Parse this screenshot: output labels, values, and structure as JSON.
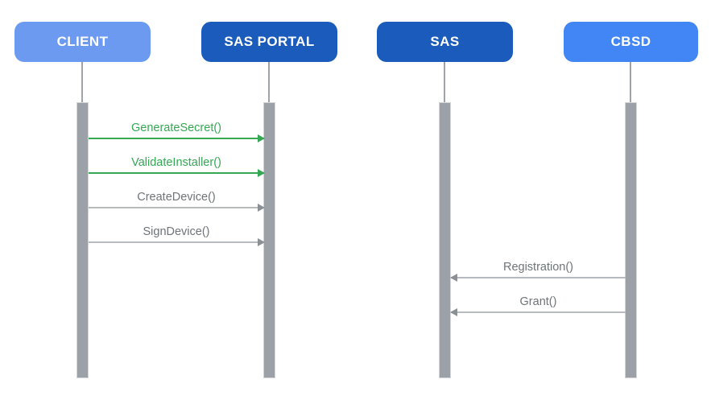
{
  "diagram": {
    "kind": "sequence-diagram",
    "colors": {
      "actor_light_blue": "#6b9af0",
      "actor_dark_blue": "#1b5bbc",
      "actor_blue": "#4285f4",
      "message_green": "#34a853",
      "message_gray_line": "#b7babe",
      "message_gray_text": "#6e7478",
      "activation_bar_gray": "#9ba1a7"
    }
  },
  "actors": [
    {
      "id": "client",
      "label": "CLIENT",
      "color": "#6b9af0"
    },
    {
      "id": "sas-portal",
      "label": "SAS PORTAL",
      "color": "#1b5bbc"
    },
    {
      "id": "sas",
      "label": "SAS",
      "color": "#1b5bbc"
    },
    {
      "id": "cbsd",
      "label": "CBSD",
      "color": "#4285f4"
    }
  ],
  "messages": [
    {
      "label": "GenerateSecret()",
      "from": "CLIENT",
      "to": "SAS PORTAL",
      "direction": "right",
      "color": "#34a853"
    },
    {
      "label": "ValidateInstaller()",
      "from": "CLIENT",
      "to": "SAS PORTAL",
      "direction": "right",
      "color": "#34a853"
    },
    {
      "label": "CreateDevice()",
      "from": "CLIENT",
      "to": "SAS PORTAL",
      "direction": "right",
      "color": "#6e7478"
    },
    {
      "label": "SignDevice()",
      "from": "CLIENT",
      "to": "SAS PORTAL",
      "direction": "right",
      "color": "#6e7478"
    },
    {
      "label": "Registration()",
      "from": "CBSD",
      "to": "SAS",
      "direction": "left",
      "color": "#6e7478"
    },
    {
      "label": "Grant()",
      "from": "CBSD",
      "to": "SAS",
      "direction": "left",
      "color": "#6e7478"
    }
  ]
}
